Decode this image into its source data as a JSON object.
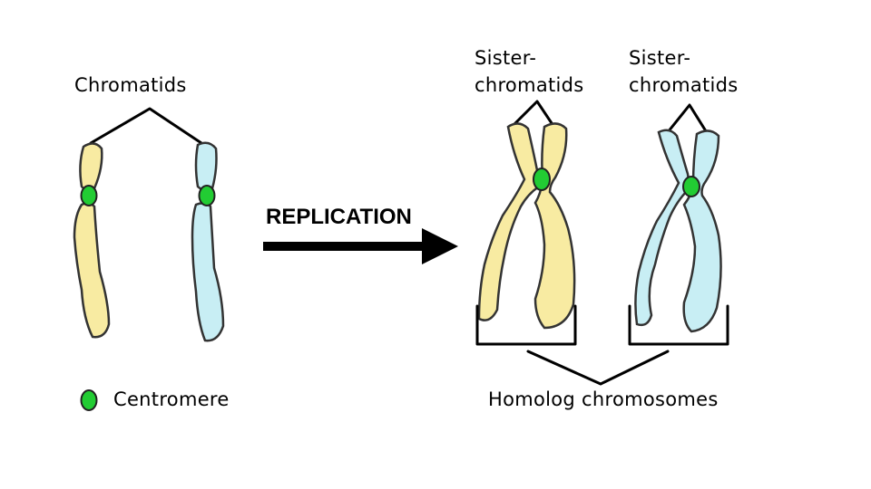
{
  "labels": {
    "chromatids": "Chromatids",
    "replication": "REPLICATION",
    "sister_line1": "Sister-",
    "sister_line2": "chromatids",
    "centromere": "Centromere",
    "homolog": "Homolog chromosomes"
  },
  "colors": {
    "yellow_chromosome": "#f8eba2",
    "blue_chromosome": "#c8eef4",
    "centromere": "#22cc33",
    "outline": "#333333",
    "background": "#ffffff"
  }
}
